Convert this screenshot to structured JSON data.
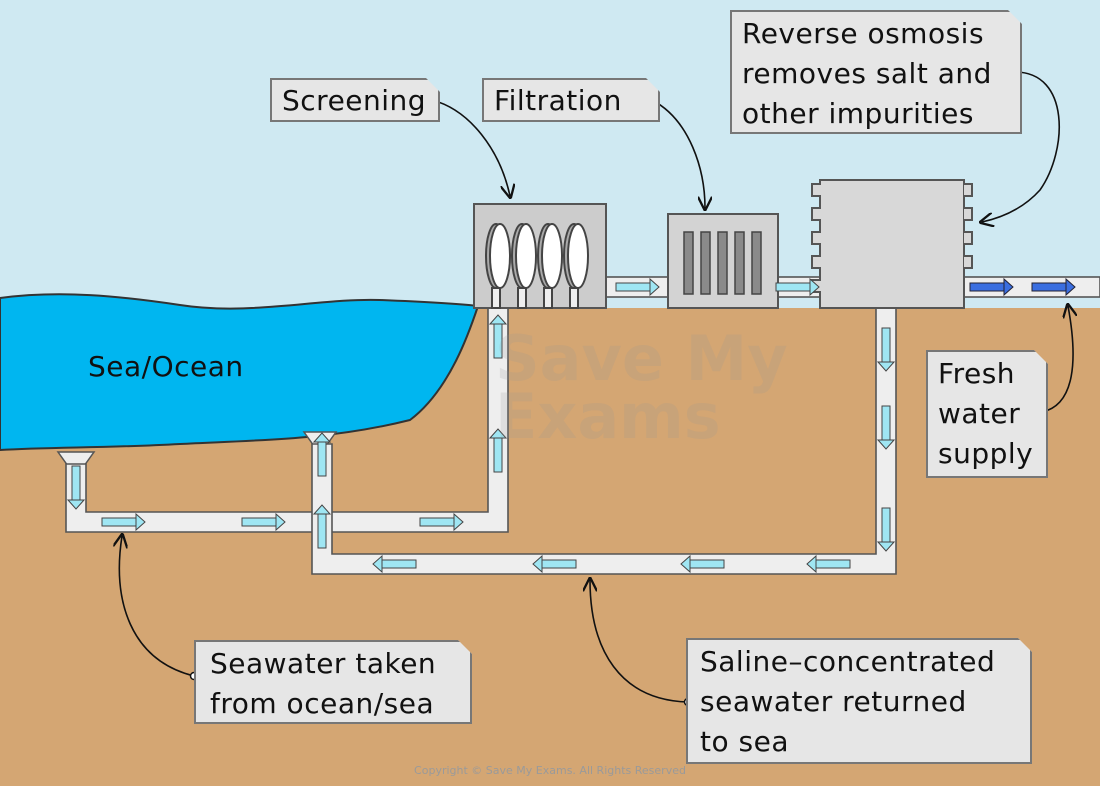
{
  "labels": {
    "screening": "Screening",
    "filtration": "Filtration",
    "reverse_osmosis": [
      "Reverse osmosis",
      "removes salt and",
      "other impurities"
    ],
    "fresh_water": [
      "Fresh",
      "water",
      "supply"
    ],
    "seawater_taken": [
      "Seawater taken",
      "from ocean/sea"
    ],
    "saline_returned": [
      "Saline–concentrated",
      "seawater returned",
      "to sea"
    ],
    "sea": "Sea/Ocean"
  },
  "watermark": [
    "Save My",
    "Exams"
  ],
  "copyright": "Copyright © Save My Exams. All Rights Reserved",
  "colors": {
    "sky": "#cfe9f2",
    "ground": "#d4a673",
    "sea": "#00b6f0",
    "pipe": "#eeeeee",
    "box": "#d3d3d3",
    "label_bg": "#e6e6e6",
    "flow_arrow": "#9fe6f3",
    "fresh_arrow": "#3a6ee0"
  },
  "icons": [
    "flow-arrow-icon",
    "callout-arrow-icon"
  ]
}
